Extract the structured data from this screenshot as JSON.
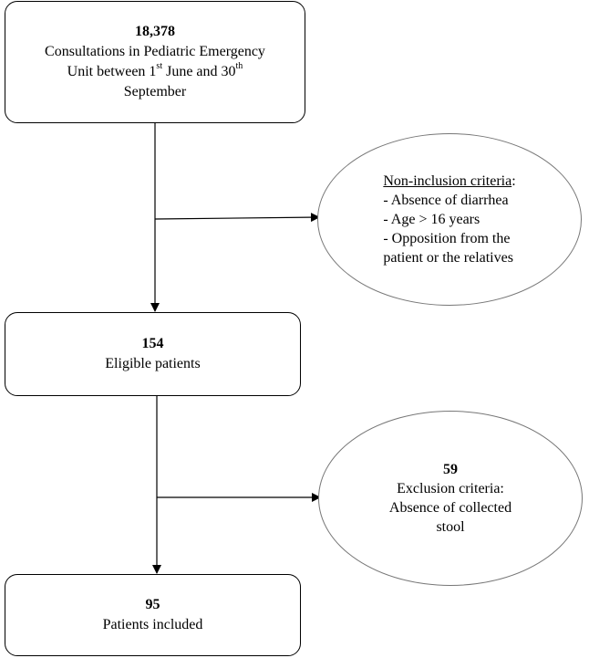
{
  "top_box": {
    "number": "18,378",
    "line1": "Consultations in Pediatric Emergency",
    "line2_a": "Unit between 1",
    "line2_sup1": "st",
    "line2_b": " June and 30",
    "line2_sup2": "th",
    "line3": "September"
  },
  "non_inclusion": {
    "title": "Non-inclusion criteria",
    "title_suffix": ":",
    "items": [
      "- Absence of diarrhea",
      "- Age > 16 years",
      "- Opposition from the",
      "patient or the relatives"
    ]
  },
  "middle_box": {
    "number": "154",
    "label": "Eligible patients"
  },
  "exclusion": {
    "number": "59",
    "line1": "Exclusion criteria:",
    "line2": "Absence of collected",
    "line3": "stool"
  },
  "bottom_box": {
    "number": "95",
    "label": "Patients included"
  }
}
